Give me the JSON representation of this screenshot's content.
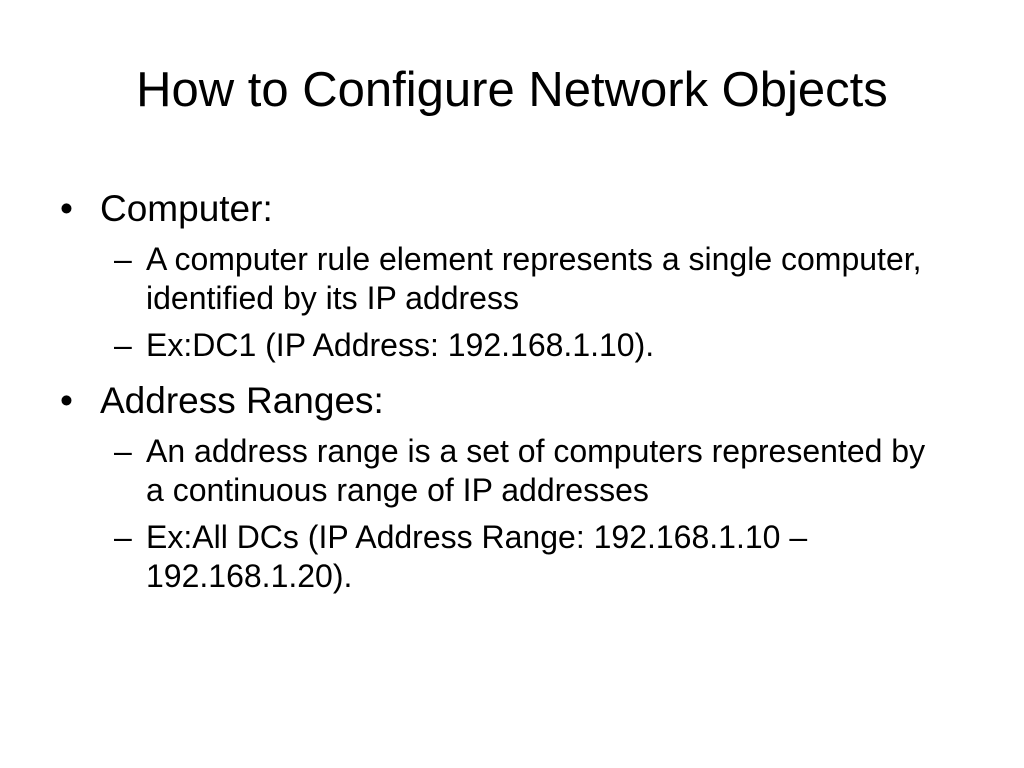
{
  "slide": {
    "title": "How to Configure Network Objects",
    "bullet_glyph": "•",
    "sub_glyph": "–",
    "sections": [
      {
        "heading": "Computer:",
        "items": [
          "A computer rule element represents a single computer, identified by its IP address",
          "Ex:DC1 (IP Address: 192.168.1.10)."
        ]
      },
      {
        "heading": "Address Ranges:",
        "items": [
          "An address range is a set of computers represented by a continuous range of IP addresses",
          "Ex:All DCs (IP Address Range: 192.168.1.10 – 192.168.1.20)."
        ]
      }
    ]
  }
}
